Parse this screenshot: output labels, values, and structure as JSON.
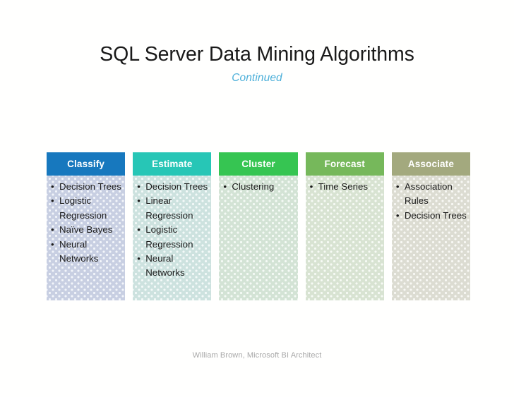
{
  "slide": {
    "title": "SQL Server Data Mining Algorithms",
    "subtitle": "Continued",
    "footer": "William Brown, Microsoft BI Architect",
    "background_color": "#FFFFFE",
    "title_color": "#1A1A1A",
    "subtitle_color": "#4CAFD9",
    "footer_color": "#A9A9A9"
  },
  "columns": [
    {
      "header": "Classify",
      "header_color": "#1778BE",
      "body_color": "#C8CFE2",
      "dot_color": "#F2F5FA",
      "items": [
        "Decision Trees",
        "Logistic Regression",
        "Naïve Bayes",
        "Neural Networks"
      ]
    },
    {
      "header": "Estimate",
      "header_color": "#27C6B6",
      "body_color": "#CDE2DF",
      "dot_color": "#F3F9F8",
      "items": [
        "Decision Trees",
        "Linear Regression",
        "Logistic Regression",
        "Neural Networks"
      ]
    },
    {
      "header": "Cluster",
      "header_color": "#36C552",
      "body_color": "#D3E3D5",
      "dot_color": "#F4FAF5",
      "items": [
        "Clustering"
      ]
    },
    {
      "header": "Forecast",
      "header_color": "#76B85B",
      "body_color": "#D8E3D2",
      "dot_color": "#F6FAF4",
      "items": [
        "Time Series"
      ]
    },
    {
      "header": "Associate",
      "header_color": "#A3A97E",
      "body_color": "#DCDCD2",
      "dot_color": "#F8F8F4",
      "items": [
        "Association Rules",
        "Decision Trees"
      ]
    }
  ]
}
